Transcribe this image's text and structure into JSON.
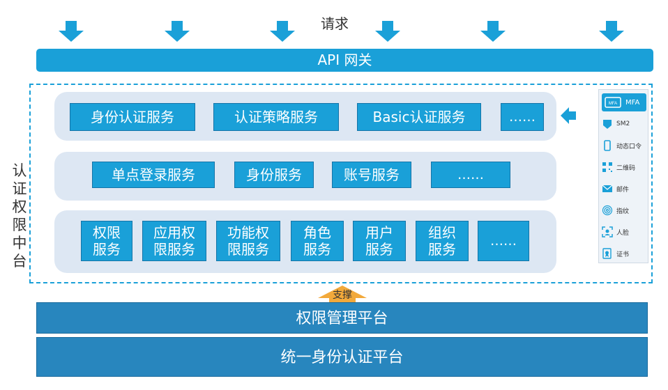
{
  "request_label": "请求",
  "gateway_label": "API 网关",
  "side_label": "认证权限中台",
  "row1": [
    "身份认证服务",
    "认证策略服务",
    "Basic认证服务",
    "……"
  ],
  "row2": [
    "单点登录服务",
    "身份服务",
    "账号服务",
    "……"
  ],
  "row3": [
    "权限服务",
    "应用权限服务",
    "功能权限服务",
    "角色服务",
    "用户服务",
    "组织服务",
    "……"
  ],
  "mfa": {
    "header": "MFA",
    "badge": "MFA",
    "items": [
      {
        "icon": "sm2-icon",
        "label": "SM2"
      },
      {
        "icon": "phone-icon",
        "label": "动态口令"
      },
      {
        "icon": "qrcode-icon",
        "label": "二维码"
      },
      {
        "icon": "mail-icon",
        "label": "邮件"
      },
      {
        "icon": "fingerprint-icon",
        "label": "指纹"
      },
      {
        "icon": "face-icon",
        "label": "人脸"
      },
      {
        "icon": "certificate-icon",
        "label": "证书"
      }
    ]
  },
  "support_label": "支撑",
  "platforms": [
    "权限管理平台",
    "统一身份认证平台"
  ],
  "colors": {
    "accent": "#1aa0d8",
    "band": "#dde7f3",
    "platform": "#2886be",
    "support": "#f2a93b"
  }
}
